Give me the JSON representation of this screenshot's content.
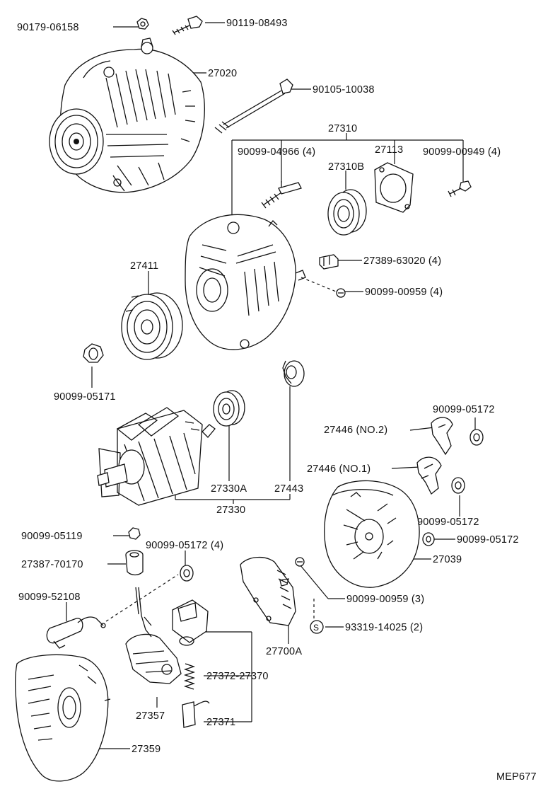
{
  "labels": {
    "p90179_06158": "90179-06158",
    "p90119_08493": "90119-08493",
    "p27020": "27020",
    "p90105_10038": "90105-10038",
    "p27310": "27310",
    "p90099_04966": "90099-04966 (4)",
    "p27113": "27113",
    "p90099_00949": "90099-00949 (4)",
    "p27310B": "27310B",
    "p27389_63020": "27389-63020 (4)",
    "p27411": "27411",
    "p90099_00959_4": "90099-00959 (4)",
    "p90099_05171": "90099-05171",
    "p90099_05172_a": "90099-05172",
    "p27446_no2": "27446 (NO.2)",
    "p27446_no1": "27446 (NO.1)",
    "p27330A": "27330A",
    "p27443": "27443",
    "p27330": "27330",
    "p90099_05172_b": "90099-05172",
    "p90099_05172_c": "90099-05172",
    "p90099_05119": "90099-05119",
    "p90099_05172_4": "90099-05172 (4)",
    "p27039": "27039",
    "p27387_70170": "27387-70170",
    "p90099_00959_3": "90099-00959 (3)",
    "p90099_52108": "90099-52108",
    "p93319_14025": "93319-14025 (2)",
    "p27700A": "27700A",
    "p27372_27370": "27372-27370",
    "p27357": "27357",
    "p27371": "27371",
    "p27359": "27359",
    "ref": "MEP677"
  }
}
